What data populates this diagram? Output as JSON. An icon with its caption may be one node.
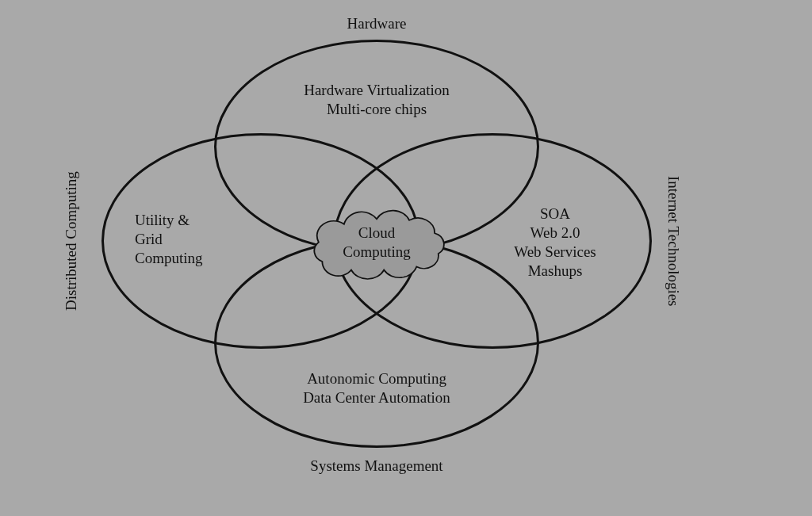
{
  "diagram": {
    "nodes": [
      {
        "text": [
          "Hardware",
          "Hardware Virtualization",
          "Multi-core chips"
        ]
      },
      {
        "text": [
          "Distributed Computing",
          "Utility & Grid Computing"
        ]
      },
      {
        "text": [
          "Internet Technologies",
          "SOA",
          "Web 2.0",
          "Web Services",
          "Mashups"
        ]
      },
      {
        "text": [
          "Autonomic Computing",
          "Data Center Automation",
          "Systems Management"
        ]
      },
      {
        "text": [
          "Cloud Computing"
        ]
      }
    ],
    "edges": []
  }
}
